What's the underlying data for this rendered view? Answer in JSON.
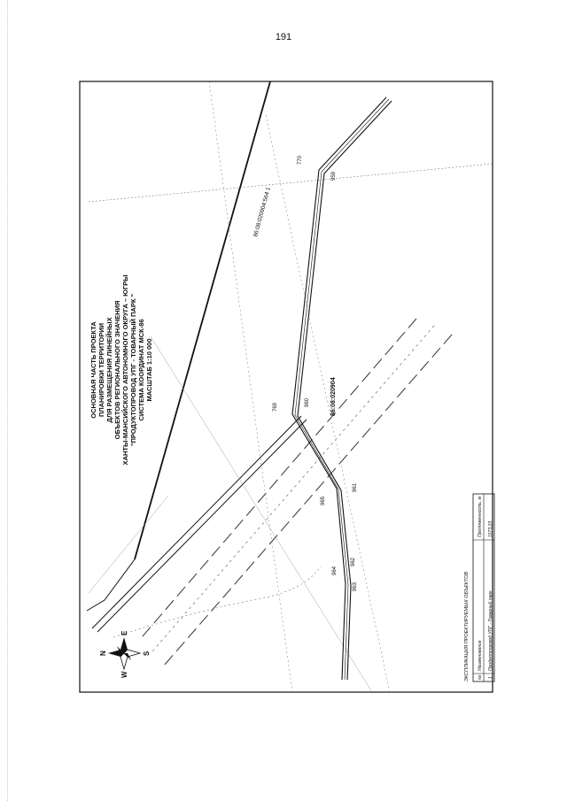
{
  "page_number": "191",
  "title_block": {
    "lines": [
      "ОСНОВНАЯ ЧАСТЬ ПРОЕКТА",
      "ПЛАНИРОВКИ ТЕРРИТОРИИ",
      "ДЛЯ РАЗМЕЩЕНИЯ ЛИНЕЙНЫХ",
      "ОБЪЕКТОВ РЕГИОНАЛЬНОГО ЗНАЧЕНИЯ",
      "ХАНТЫ-МАНСИЙСКОГО АВТОНОМНОГО ОКРУГА – ЮГРЫ",
      "\"ПРОДУКТОПРОВОД УПГ - ТОВАРНЫЙ ПАРК \"",
      "СИСТЕМА КООРДИНАТ МСК-86",
      "МАСШТАБ 1:10 000"
    ]
  },
  "cadastral_labels": {
    "parcel_1": "86:08:020904:564 1",
    "parcel_2": "86:08:020904"
  },
  "point_labels": {
    "p770": "770",
    "p959": "959",
    "p769": "769",
    "p960": "960",
    "p961": "961",
    "p965": "965",
    "p962": "962",
    "p964": "964",
    "p963": "963"
  },
  "compass": {
    "n": "N",
    "e": "E",
    "s": "S",
    "w": "W"
  },
  "legend": {
    "title": "ЭКСПЛИКАЦИЯ ПРОЕКТИРУЕМЫХ ОБЪЕКТОВ",
    "headers": {
      "num": "№",
      "name": "Наименование",
      "length": "Протяженность, м"
    },
    "row": {
      "num": "1",
      "name": "Продуктопровод УПГ - Товарный парк",
      "length": "1573,23"
    }
  }
}
